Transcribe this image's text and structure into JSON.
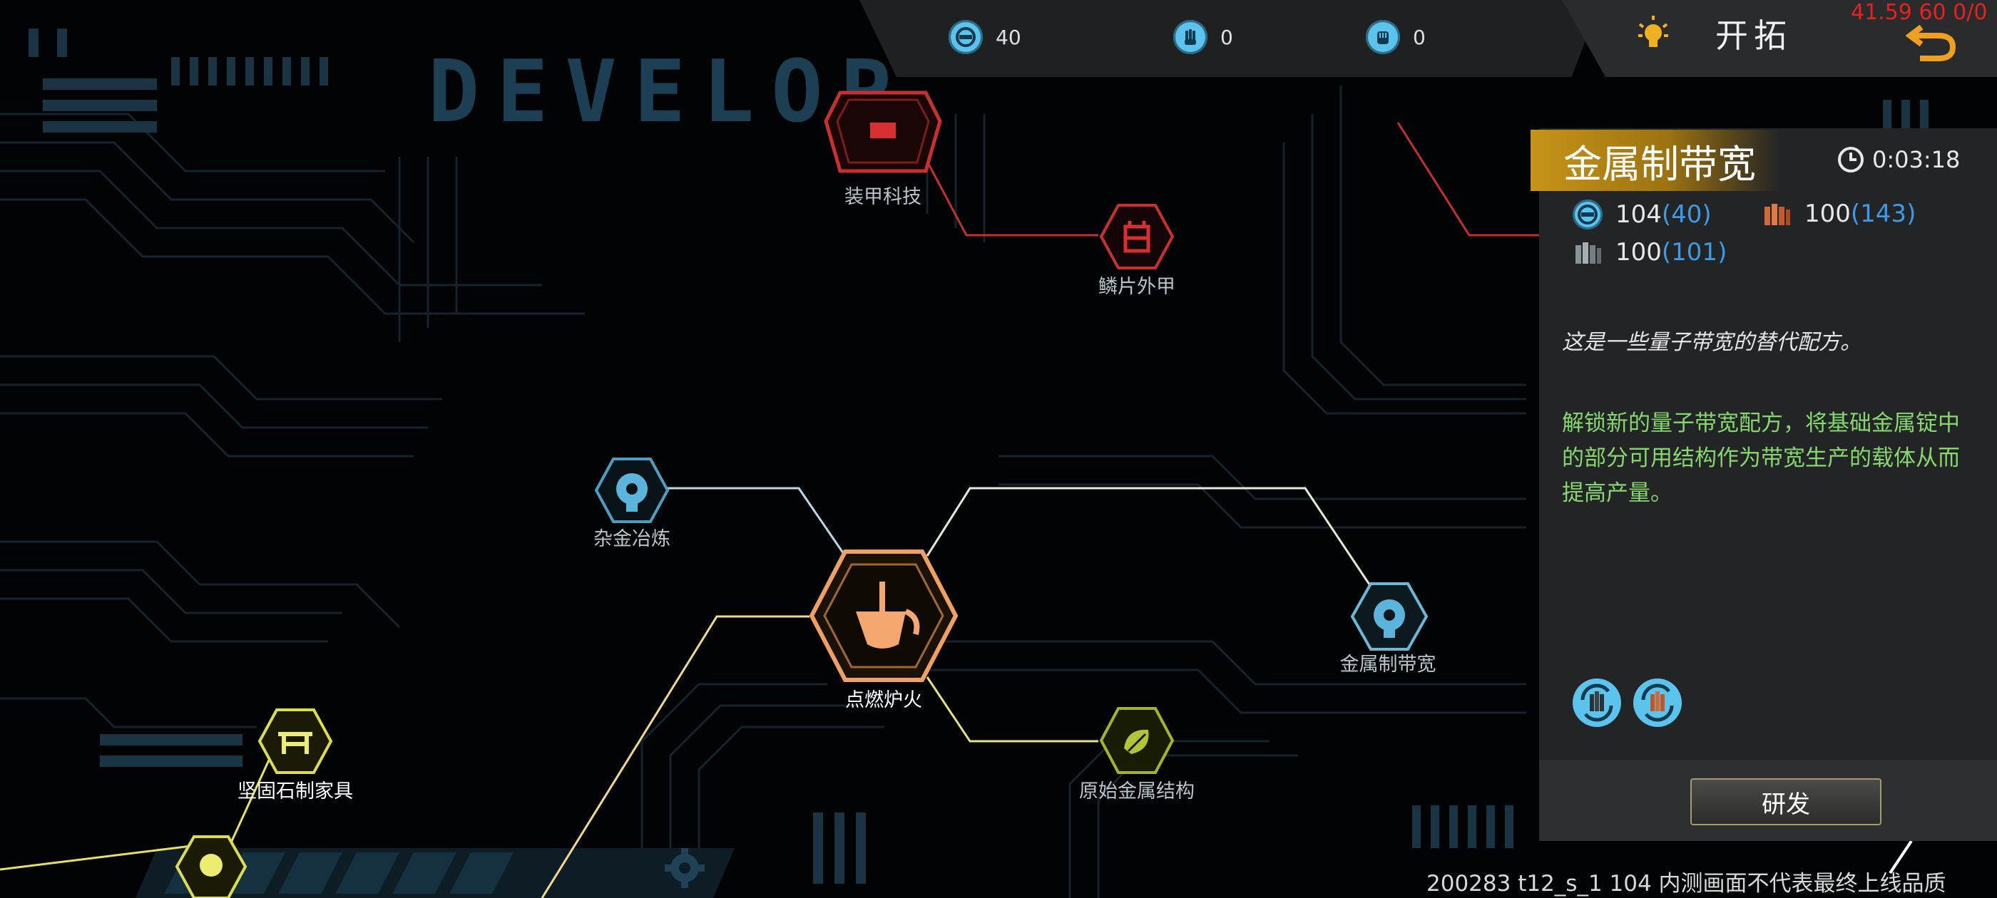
{
  "header": {
    "title_art": "DEVELOP",
    "resources": [
      {
        "icon": "quantum-coin-icon",
        "value": "40"
      },
      {
        "icon": "hand-coin-icon",
        "value": "0"
      },
      {
        "icon": "fist-coin-icon",
        "value": "0"
      }
    ],
    "mode_label": "开拓",
    "fps_readout": "41.59 60 0/0"
  },
  "tech_nodes": [
    {
      "id": "armor-tech",
      "label": "装甲科技",
      "state": "red"
    },
    {
      "id": "scale-armor",
      "label": "鳞片外甲",
      "state": "red"
    },
    {
      "id": "alloy-smelting",
      "label": "杂金冶炼",
      "state": "blue"
    },
    {
      "id": "ignite-furnace",
      "label": "点燃炉火",
      "state": "selected"
    },
    {
      "id": "metal-bandwidth",
      "label": "金属制带宽",
      "state": "blue"
    },
    {
      "id": "primitive-metal",
      "label": "原始金属结构",
      "state": "olive"
    },
    {
      "id": "stone-furniture",
      "label": "坚固石制家具",
      "state": "yellow"
    }
  ],
  "panel": {
    "title": "金属制带宽",
    "timer": "0:03:18",
    "costs": [
      {
        "icon": "quantum-coin-icon",
        "amount": "104",
        "owned": "(40)"
      },
      {
        "icon": "copper-ingot-icon",
        "amount": "100",
        "owned": "(143)"
      },
      {
        "icon": "iron-ingot-icon",
        "amount": "100",
        "owned": "(101)"
      }
    ],
    "flavor": "这是一些量子带宽的替代配方。",
    "description": "解锁新的量子带宽配方，将基础金属锭中的部分可用结构作为带宽生产的载体从而提高产量。",
    "unlocks": [
      "iron-bandwidth-recipe-icon",
      "copper-bandwidth-recipe-icon"
    ],
    "research_button": "研发"
  },
  "footer": "200283 t12_s_1 104  内测画面不代表最终上线品质",
  "colors": {
    "selected": "#f0a060",
    "red": "#c83030",
    "blue": "#5ab4dc",
    "olive": "#a4b428",
    "yellow": "#ecec60",
    "panel_gold": "#c79418"
  }
}
